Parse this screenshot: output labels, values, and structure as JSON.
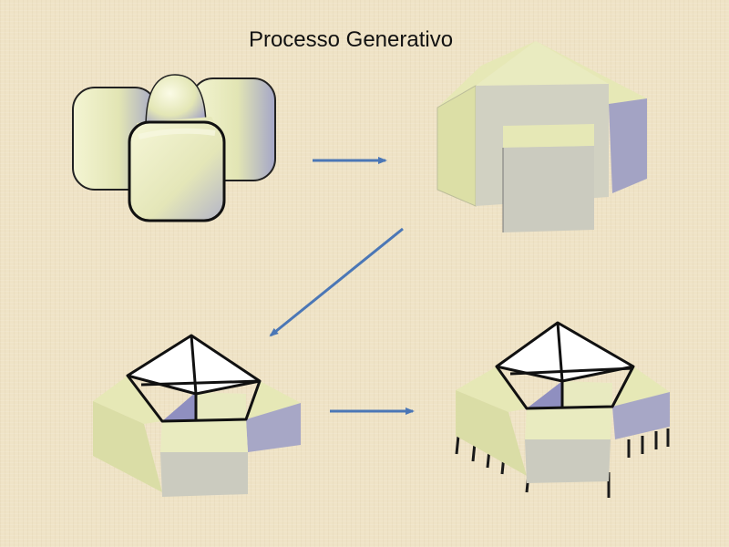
{
  "title": "Processo Generativo",
  "colors": {
    "background": "#efe3c6",
    "top_face": "#e9ebc0",
    "light_face": "#dcdfa6",
    "grey_face": "#c9c9bd",
    "shade_face": "#9e9ec0",
    "arrow": "#4b77b6",
    "glass": "#ffffff"
  },
  "diagram": {
    "steps": [
      {
        "id": "step-1",
        "shape": "rounded-blobs"
      },
      {
        "id": "step-2",
        "shape": "faceted-blocks"
      },
      {
        "id": "step-3",
        "shape": "pentagon-roof-building"
      },
      {
        "id": "step-4",
        "shape": "building-on-pilotis"
      }
    ],
    "arrows": [
      {
        "from": "step-1",
        "to": "step-2",
        "direction": "right"
      },
      {
        "from": "step-2",
        "to": "step-3",
        "direction": "down-left"
      },
      {
        "from": "step-3",
        "to": "step-4",
        "direction": "right"
      }
    ]
  }
}
